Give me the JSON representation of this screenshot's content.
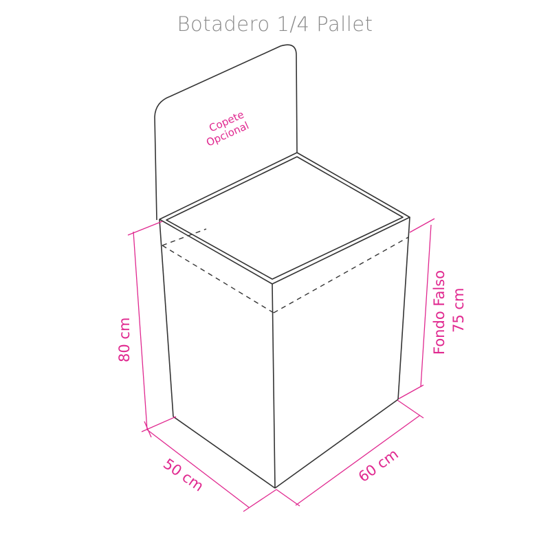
{
  "title": "Botadero 1/4 Pallet",
  "labels": {
    "header_line1": "Copete",
    "header_line2": "Opcional",
    "height": "80 cm",
    "depth": "50 cm",
    "width": "60 cm",
    "false_bottom_line1": "Fondo Falso",
    "false_bottom_line2": "75 cm"
  },
  "colors": {
    "accent": "#e0288f",
    "outline": "#333333",
    "title": "#8a8a8a"
  }
}
